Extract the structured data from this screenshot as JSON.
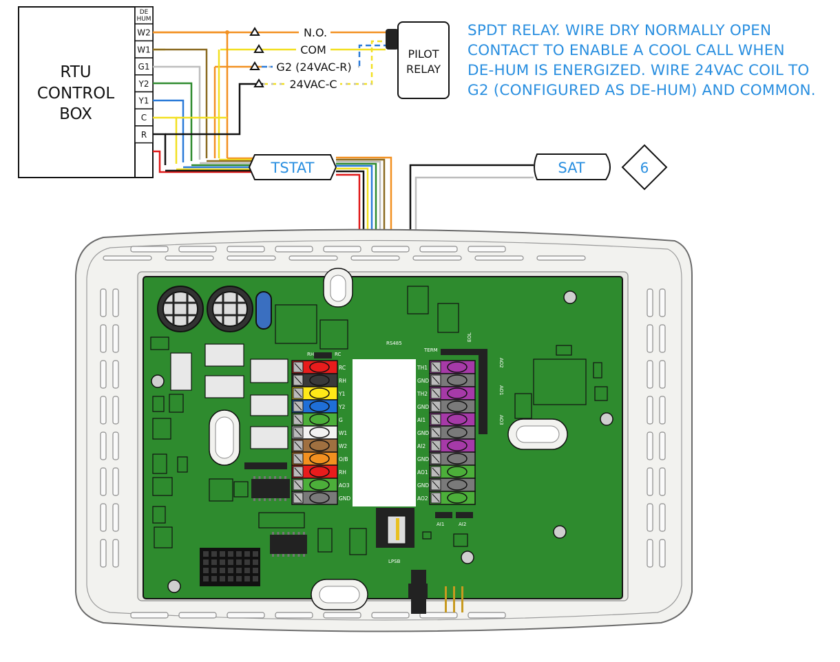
{
  "rtu": {
    "title_lines": [
      "RTU",
      "CONTROL",
      "BOX"
    ],
    "terminals": [
      "DE HUM",
      "W2",
      "W1",
      "G1",
      "Y2",
      "Y1",
      "C",
      "R"
    ]
  },
  "relay": {
    "title_lines": [
      "PILOT",
      "RELAY"
    ],
    "contacts": [
      "N.O.",
      "COM",
      "G2 (24VAC-R)",
      "24VAC-C"
    ]
  },
  "note": {
    "lines": [
      "SPDT RELAY. WIRE DRY NORMALLY OPEN",
      "CONTACT TO ENABLE A COOL CALL WHEN",
      "DE-HUM IS ENERGIZED. WIRE 24VAC COIL TO",
      "G2 (CONFIGURED AS DE-HUM) AND COMMON."
    ]
  },
  "tstat_label": "TSTAT",
  "sat_label": "SAT",
  "sat_ref": "6",
  "board": {
    "left_terminals": [
      "RC",
      "RH",
      "Y1",
      "Y2",
      "G",
      "W1",
      "W2",
      "O/B",
      "RH",
      "AO3",
      "GND"
    ],
    "left_terminal_colors": [
      "#e81c1c",
      "#3a3a3a",
      "#ffe818",
      "#1f6fd8",
      "#4caf3a",
      "#f2f2f2",
      "#a07040",
      "#f29020",
      "#e81c1c",
      "#4caf3a",
      "#7a7a7a"
    ],
    "right_terminals": [
      "TH1",
      "GND",
      "TH2",
      "GND",
      "AI1",
      "GND",
      "AI2",
      "GND",
      "AO1",
      "GND",
      "AO2"
    ],
    "right_terminal_colors": [
      "#a63aa8",
      "#7a7a7a",
      "#a63aa8",
      "#7a7a7a",
      "#a63aa8",
      "#7a7a7a",
      "#a63aa8",
      "#7a7a7a",
      "#4caf3a",
      "#7a7a7a",
      "#4caf3a"
    ],
    "header_labels": [
      "RH",
      "RC",
      "RS485",
      "TERM",
      "EOL",
      "AO2",
      "AO1",
      "AO3",
      "AI1",
      "AI2",
      "LPSB"
    ]
  },
  "colors": {
    "board_green": "#2e8b2e",
    "note_blue": "#2a8fe0",
    "wire_orange": "#f29020",
    "wire_yellow": "#f2e020",
    "wire_brown": "#8a6a20",
    "wire_gray": "#bdbdbd",
    "wire_green": "#2e8a2e",
    "wire_blue": "#2a7ad8",
    "wire_black": "#111111",
    "wire_red": "#e01818"
  }
}
